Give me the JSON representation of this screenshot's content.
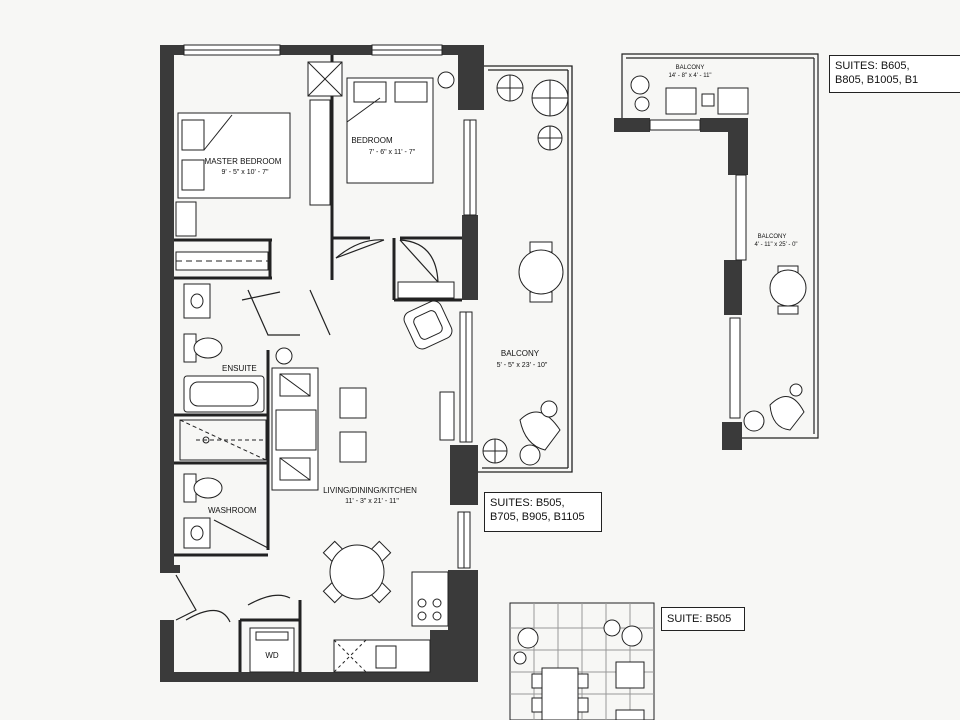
{
  "rooms": {
    "master_bedroom": {
      "name": "MASTER BEDROOM",
      "dims": "9' - 5\" x 10' - 7\""
    },
    "bedroom": {
      "name": "BEDROOM",
      "dims": "7' - 6\" x 11' - 7\""
    },
    "ensuite": {
      "name": "ENSUITE"
    },
    "washroom": {
      "name": "WASHROOM"
    },
    "living": {
      "name": "LIVING/DINING/KITCHEN",
      "dims": "11' - 3\" x 21' - 11\""
    },
    "balcony": {
      "name": "BALCONY",
      "dims": "5' - 5\" x 23' - 10\""
    },
    "wd": {
      "name": "WD"
    }
  },
  "alt_plan": {
    "balcony_top": {
      "name": "BALCONY",
      "dims": "14' - 8\" x 4' - 11\""
    },
    "balcony_side": {
      "name": "BALCONY",
      "dims": "4' - 11\" x 25' - 0\""
    }
  },
  "suites": {
    "top_right": {
      "line1": "SUITES: B605,",
      "line2": "B805, B1005, B1"
    },
    "main": {
      "line1": "SUITES: B505,",
      "line2": "B705, B905, B1105"
    },
    "bottom": {
      "line1": "SUITE: B505"
    }
  },
  "colors": {
    "wall": "#3a3a3a",
    "line": "#222222",
    "paper": "#f7f7f5"
  }
}
